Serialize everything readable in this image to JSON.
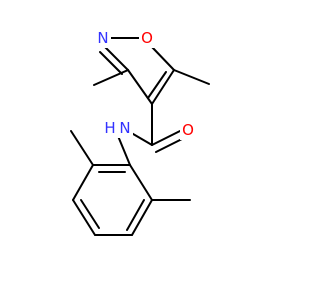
{
  "molecule": {
    "atoms": {
      "ring_n": {
        "symbol": "N",
        "color": "#3333ff"
      },
      "ring_o": {
        "symbol": "O",
        "color": "#ff0000"
      },
      "carbonyl_o": {
        "symbol": "O",
        "color": "#ff0000"
      },
      "amide_n": {
        "symbol": "N",
        "color": "#3333ff"
      },
      "amide_h": {
        "symbol": "H",
        "color": "#3333ff"
      }
    },
    "bond_color": "#000000"
  }
}
